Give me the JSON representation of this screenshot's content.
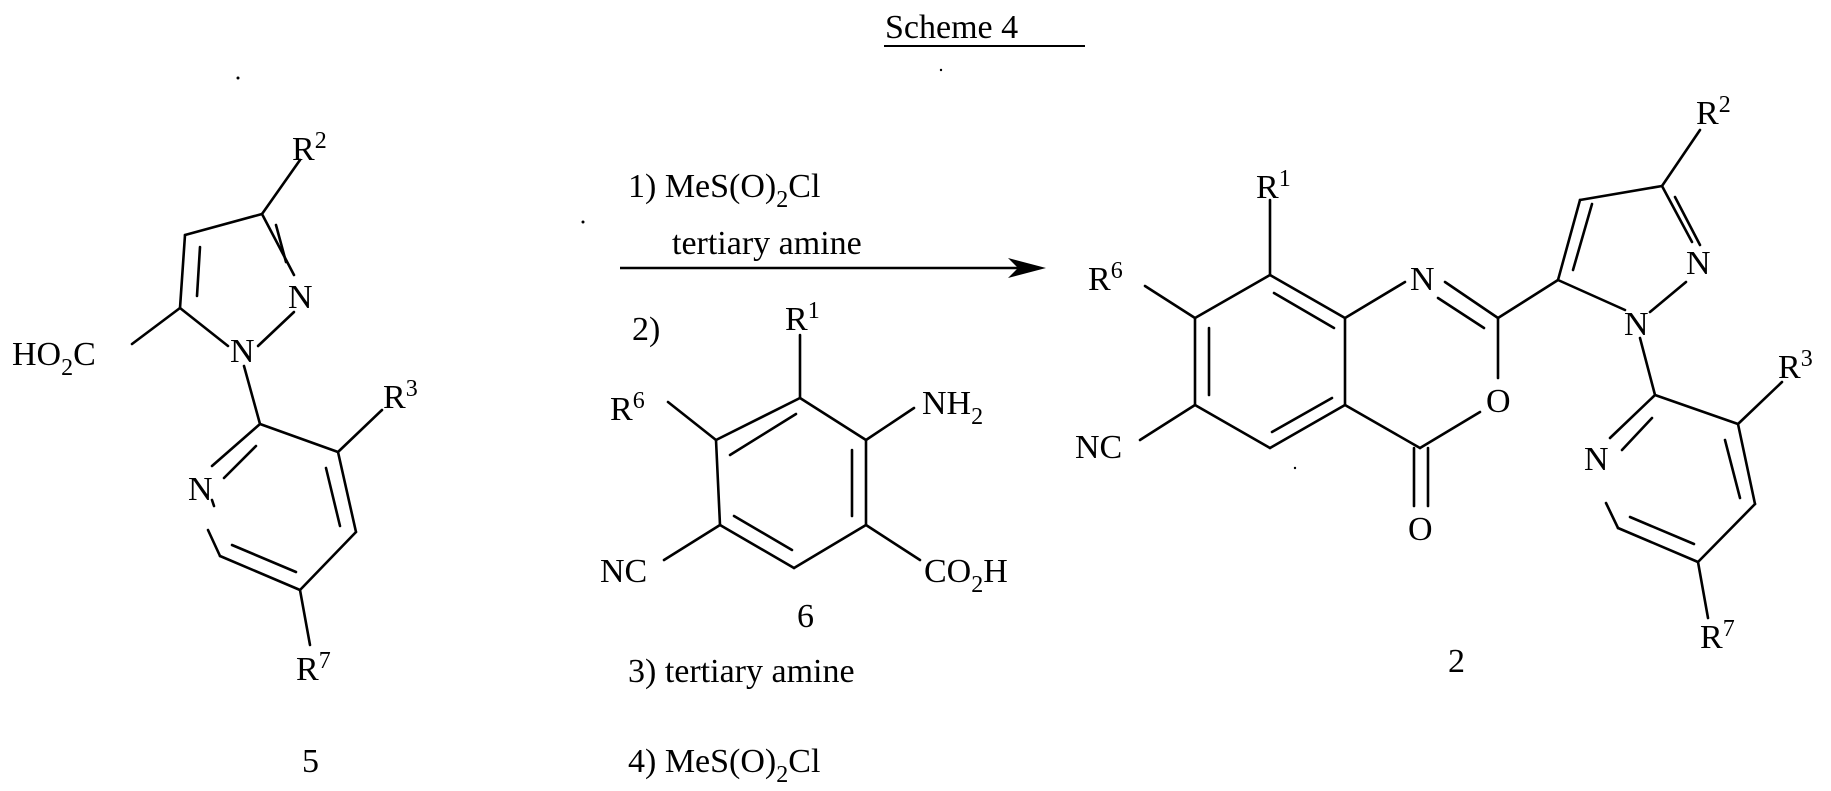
{
  "title": "Scheme 4",
  "compound_5": {
    "label": "5",
    "ring_n_pyrazole": "N",
    "ring_n1": "N",
    "acid": {
      "main": "HO",
      "sub": "2",
      "tail": "C"
    },
    "r2": {
      "base": "R",
      "sup": "2"
    },
    "r3": {
      "base": "R",
      "sup": "3"
    },
    "r7": {
      "base": "R",
      "sup": "7"
    },
    "pyridine_n": "N"
  },
  "conditions": {
    "step1_prefix": "1) MeS(O)",
    "step1_sub": "2",
    "step1_suffix": "Cl",
    "step1_line2": "tertiary amine",
    "step2": "2)",
    "step3": "3) tertiary amine",
    "step4_prefix": "4) MeS(O)",
    "step4_sub": "2",
    "step4_suffix": "Cl"
  },
  "compound_6": {
    "label": "6",
    "r1": {
      "base": "R",
      "sup": "1"
    },
    "r6": {
      "base": "R",
      "sup": "6"
    },
    "amine": {
      "main": "NH",
      "sub": "2"
    },
    "nitrile": "NC",
    "acid": {
      "main": "CO",
      "sub": "2",
      "tail": "H"
    }
  },
  "compound_2": {
    "label": "2",
    "r1": {
      "base": "R",
      "sup": "1"
    },
    "r6": {
      "base": "R",
      "sup": "6"
    },
    "r2": {
      "base": "R",
      "sup": "2"
    },
    "r3": {
      "base": "R",
      "sup": "3"
    },
    "r7": {
      "base": "R",
      "sup": "7"
    },
    "nitrile": "NC",
    "oxazine_n": "N",
    "oxazine_o": "O",
    "carbonyl_o": "O",
    "pyrazole_n": "N",
    "pyrazole_n1": "N",
    "pyridine_n": "N"
  }
}
